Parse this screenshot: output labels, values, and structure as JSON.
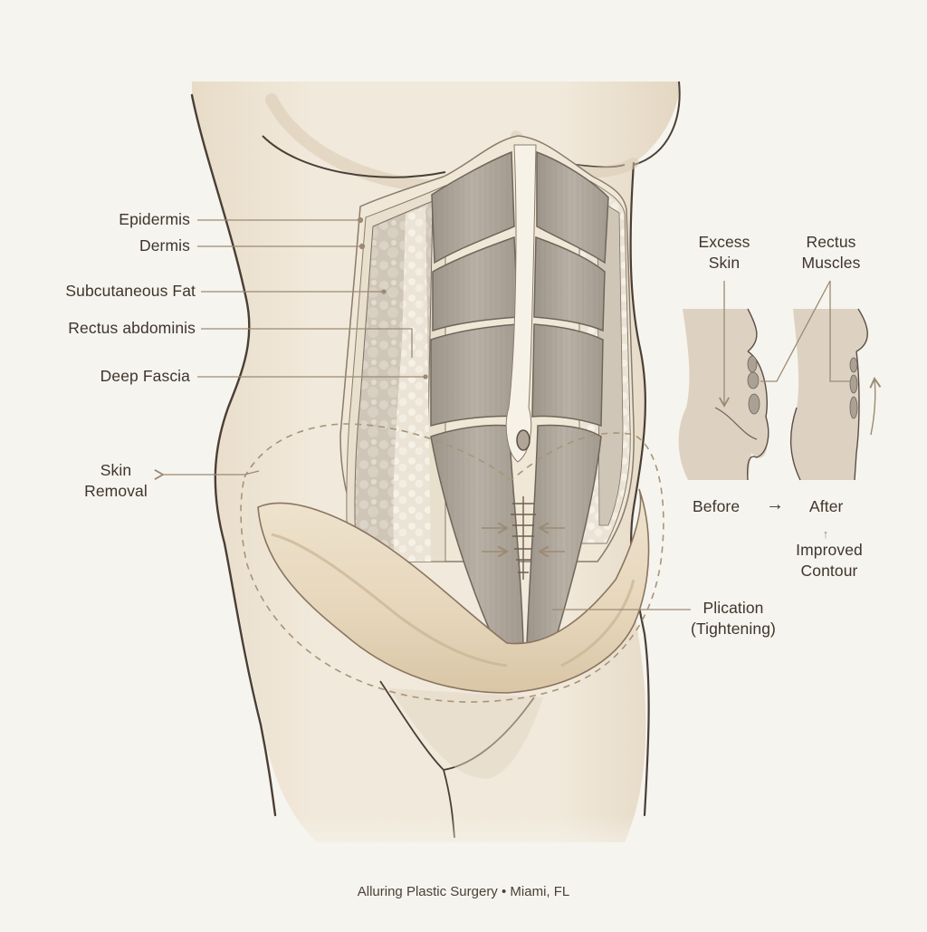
{
  "diagram": {
    "subject": "Abdominoplasty (tummy tuck) anatomy illustration",
    "colors": {
      "background": "#f6f4ee",
      "skin": "#ede4d4",
      "skin_shadow": "#d9cbb4",
      "outline": "#4a3f36",
      "muscle": "#a89f93",
      "muscle_light": "#c4bcb0",
      "fat": "#d8d0c2",
      "leader_line": "#9c8a74",
      "dashed_incision": "#a89478"
    }
  },
  "layer_labels": [
    {
      "id": "epidermis",
      "text": "Epidermis"
    },
    {
      "id": "dermis",
      "text": "Dermis"
    },
    {
      "id": "subcutaneous-fat",
      "text": "Subcutaneous Fat"
    },
    {
      "id": "rectus-abdominis",
      "text": "Rectus abdominis"
    },
    {
      "id": "deep-fascia",
      "text": "Deep Fascia"
    }
  ],
  "skin_removal": {
    "line1": "Skin",
    "line2": "Removal"
  },
  "plication": {
    "line1": "Plication",
    "line2": "(Tightening)"
  },
  "comparison": {
    "excess_skin": {
      "line1": "Excess",
      "line2": "Skin"
    },
    "rectus_muscles": {
      "line1": "Rectus",
      "line2": "Muscles"
    },
    "before_label": "Before",
    "arrow": "→",
    "after_label": "After",
    "up_arrow": "↑",
    "improved": {
      "line1": "Improved",
      "line2": "Contour"
    }
  },
  "footer": {
    "text": "Alluring Plastic Surgery • Miami, FL"
  }
}
